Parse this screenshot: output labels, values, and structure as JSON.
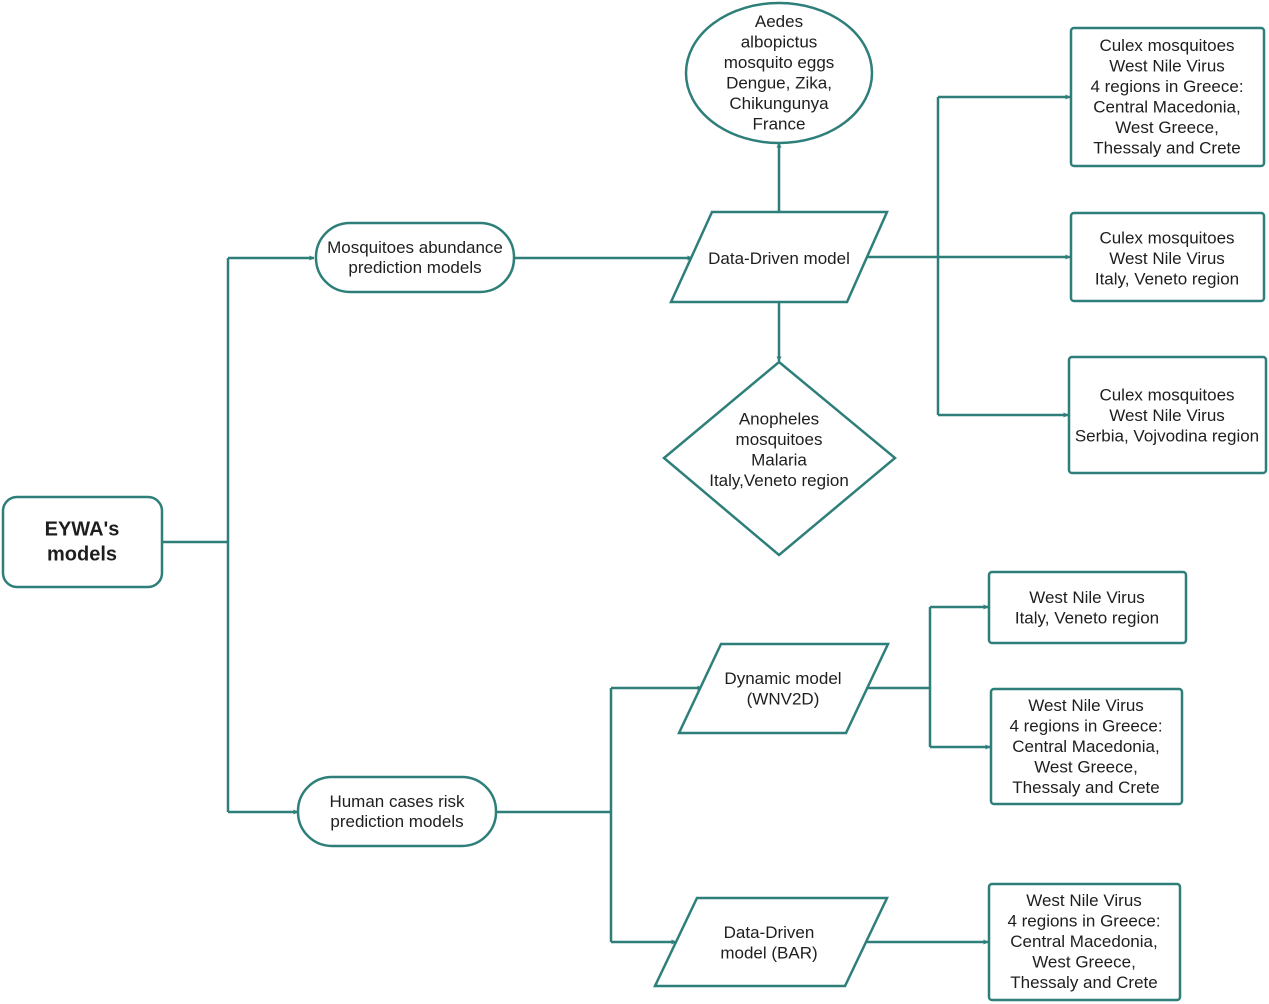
{
  "colors": {
    "stroke": "#2e7f7a",
    "text": "#1e1e1e",
    "fill": "#ffffff"
  },
  "nodes": {
    "eywa": [
      "EYWA's",
      "models"
    ],
    "mosquito_abundance": [
      "Mosquitoes abundance",
      "prediction models"
    ],
    "human_cases": [
      "Human cases risk",
      "prediction models"
    ],
    "data_driven": [
      "Data-Driven model"
    ],
    "aedes": [
      "Aedes",
      "albopictus",
      "mosquito eggs",
      "Dengue, Zika,",
      "Chikungunya",
      "France"
    ],
    "anopheles": [
      "Anopheles",
      "mosquitoes",
      "Malaria",
      "Italy,Veneto region"
    ],
    "culex_greece": [
      "Culex mosquitoes",
      "West Nile Virus",
      "4 regions in Greece:",
      "Central Macedonia,",
      "West Greece,",
      "Thessaly and Crete"
    ],
    "culex_italy": [
      "Culex mosquitoes",
      "West Nile Virus",
      "Italy, Veneto region"
    ],
    "culex_serbia": [
      "Culex mosquitoes",
      "West Nile Virus",
      "Serbia, Vojvodina region"
    ],
    "dynamic": [
      "Dynamic model",
      "(WNV2D)"
    ],
    "data_driven_bar": [
      "Data-Driven",
      "model (BAR)"
    ],
    "wnv_italy": [
      "West Nile Virus",
      "Italy, Veneto region"
    ],
    "wnv_greece_dynamic": [
      "West Nile Virus",
      "4 regions in Greece:",
      "Central Macedonia,",
      "West Greece,",
      "Thessaly and Crete"
    ],
    "wnv_greece_bar": [
      "West Nile Virus",
      "4 regions in Greece:",
      "Central Macedonia,",
      "West Greece,",
      "Thessaly and Crete"
    ]
  }
}
